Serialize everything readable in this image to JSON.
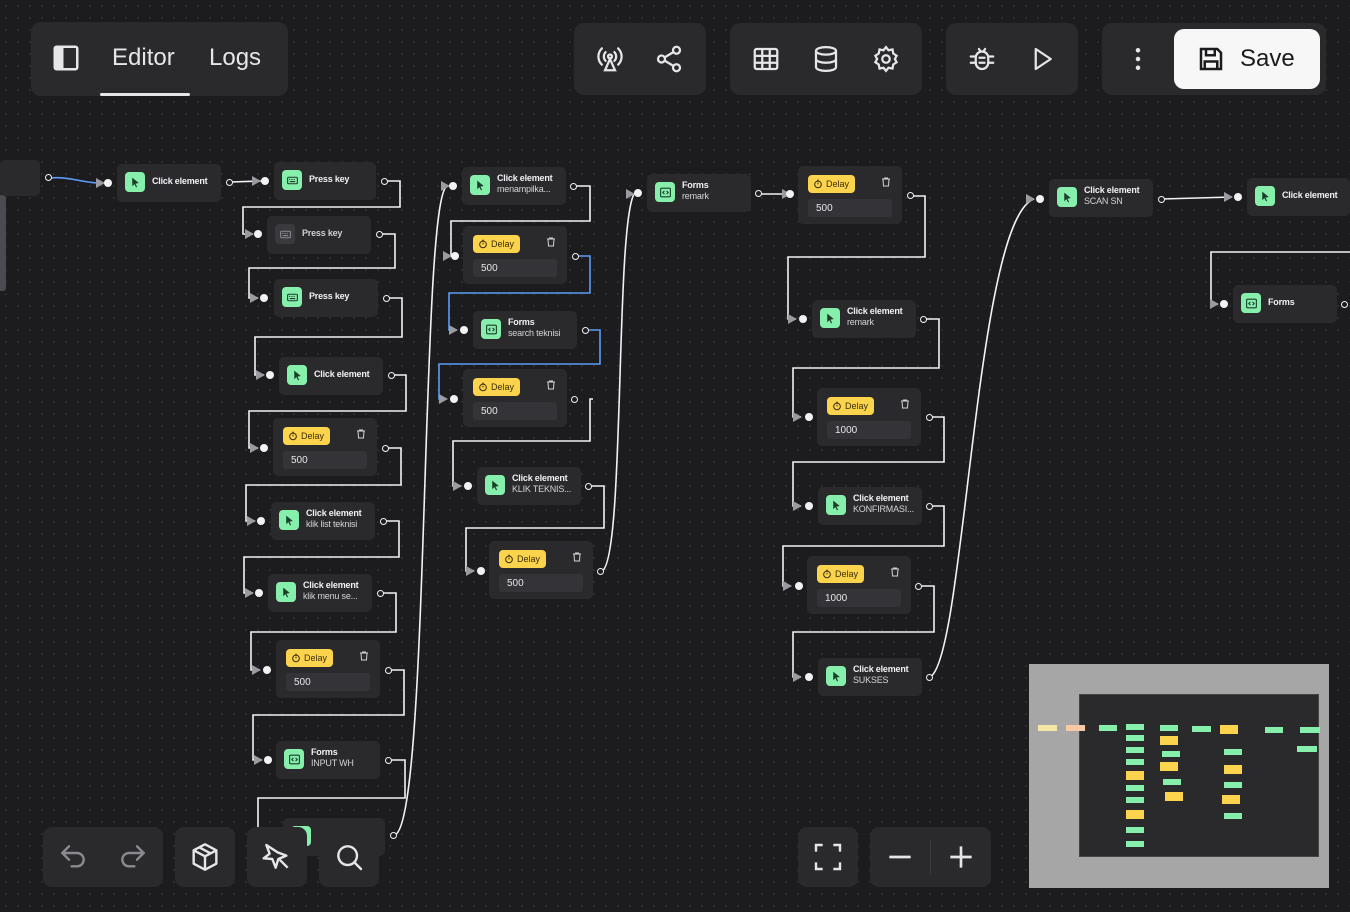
{
  "tabs": [
    {
      "label": "Editor",
      "active": true
    },
    {
      "label": "Logs",
      "active": false
    }
  ],
  "toolbar": {
    "save_label": "Save",
    "groups": [
      [
        "broadcast-icon",
        "share-icon"
      ],
      [
        "table-icon",
        "database-icon",
        "settings-icon"
      ],
      [
        "bug-icon",
        "play-icon"
      ],
      [
        "more-vertical-icon"
      ]
    ]
  },
  "colors": {
    "background": "#1c1c1e",
    "node_bg": "#2a2a2d",
    "accent_green": "#86efac",
    "delay_yellow": "#fcd34d",
    "edge_white": "#f2f2f2",
    "edge_blue": "#5b9cf6"
  },
  "nodes": [
    {
      "id": "n1",
      "type": "click",
      "title": "Click element",
      "subtitle": ""
    },
    {
      "id": "n2",
      "type": "press",
      "title": "Press key",
      "subtitle": ""
    },
    {
      "id": "n3",
      "type": "press",
      "title": "Press key",
      "subtitle": "",
      "disabled": true
    },
    {
      "id": "n4",
      "type": "press",
      "title": "Press key",
      "subtitle": ""
    },
    {
      "id": "n5",
      "type": "click",
      "title": "Click element",
      "subtitle": ""
    },
    {
      "id": "n6",
      "type": "delay",
      "title": "Delay",
      "value": "500"
    },
    {
      "id": "n7",
      "type": "click",
      "title": "Click element",
      "subtitle": "klik list teknisi"
    },
    {
      "id": "n8",
      "type": "click",
      "title": "Click element",
      "subtitle": "klik menu se..."
    },
    {
      "id": "n9",
      "type": "delay",
      "title": "Delay",
      "value": "500"
    },
    {
      "id": "n10",
      "type": "forms",
      "title": "Forms",
      "subtitle": "INPUT WH"
    },
    {
      "id": "n12",
      "type": "click",
      "title": "Click element",
      "subtitle": "menampilka..."
    },
    {
      "id": "n13",
      "type": "delay",
      "title": "Delay",
      "value": "500"
    },
    {
      "id": "n14",
      "type": "forms",
      "title": "Forms",
      "subtitle": "search teknisi"
    },
    {
      "id": "n15",
      "type": "delay",
      "title": "Delay",
      "value": "500"
    },
    {
      "id": "n16",
      "type": "click",
      "title": "Click element",
      "subtitle": "KLIK TEKNIS..."
    },
    {
      "id": "n17",
      "type": "delay",
      "title": "Delay",
      "value": "500"
    },
    {
      "id": "n18",
      "type": "forms",
      "title": "Forms",
      "subtitle": "remark"
    },
    {
      "id": "n19",
      "type": "delay",
      "title": "Delay",
      "value": "500"
    },
    {
      "id": "n20",
      "type": "click",
      "title": "Click element",
      "subtitle": "remark"
    },
    {
      "id": "n21",
      "type": "delay",
      "title": "Delay",
      "value": "1000"
    },
    {
      "id": "n22",
      "type": "click",
      "title": "Click element",
      "subtitle": "KONFIRMASI..."
    },
    {
      "id": "n23",
      "type": "delay",
      "title": "Delay",
      "value": "1000"
    },
    {
      "id": "n24",
      "type": "click",
      "title": "Click element",
      "subtitle": "SUKSES"
    },
    {
      "id": "n25",
      "type": "click",
      "title": "Click element",
      "subtitle": "SCAN SN"
    },
    {
      "id": "n26",
      "type": "click",
      "title": "Click element",
      "subtitle": ""
    },
    {
      "id": "n27",
      "type": "forms",
      "title": "Forms",
      "subtitle": ""
    }
  ],
  "bottom_tools": [
    "undo-icon",
    "redo-icon",
    "package-icon",
    "magic-wand-icon",
    "search-icon"
  ],
  "zoom_tools": [
    "fullscreen-icon",
    "zoom-out-icon",
    "zoom-in-icon"
  ]
}
